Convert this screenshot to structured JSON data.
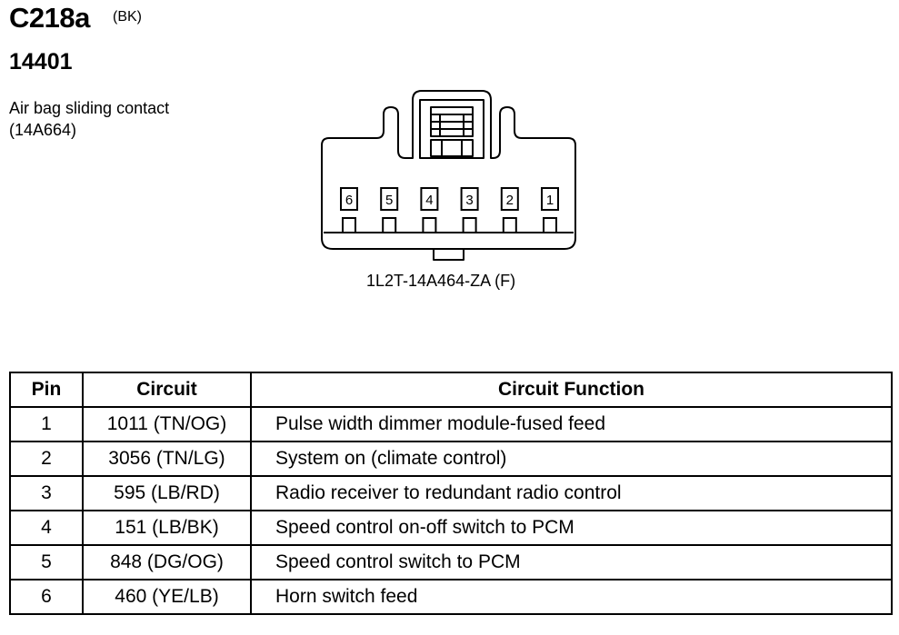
{
  "connector": {
    "id": "C218a",
    "color": "(BK)",
    "part_number": "14401",
    "description_line1": "Air bag sliding contact",
    "description_line2": "(14A664)",
    "face_label": "1L2T-14A464-ZA (F)",
    "pins_left_to_right": [
      "6",
      "5",
      "4",
      "3",
      "2",
      "1"
    ]
  },
  "table": {
    "headers": {
      "pin": "Pin",
      "circuit": "Circuit",
      "function": "Circuit Function"
    },
    "rows": [
      {
        "pin": "1",
        "circuit": "1011 (TN/OG)",
        "function": "Pulse width dimmer module-fused feed"
      },
      {
        "pin": "2",
        "circuit": "3056 (TN/LG)",
        "function": "System on (climate control)"
      },
      {
        "pin": "3",
        "circuit": "595 (LB/RD)",
        "function": "Radio receiver to redundant radio control"
      },
      {
        "pin": "4",
        "circuit": "151 (LB/BK)",
        "function": "Speed control on-off switch to PCM"
      },
      {
        "pin": "5",
        "circuit": "848 (DG/OG)",
        "function": "Speed control switch to PCM"
      },
      {
        "pin": "6",
        "circuit": "460 (YE/LB)",
        "function": "Horn switch feed"
      }
    ]
  }
}
